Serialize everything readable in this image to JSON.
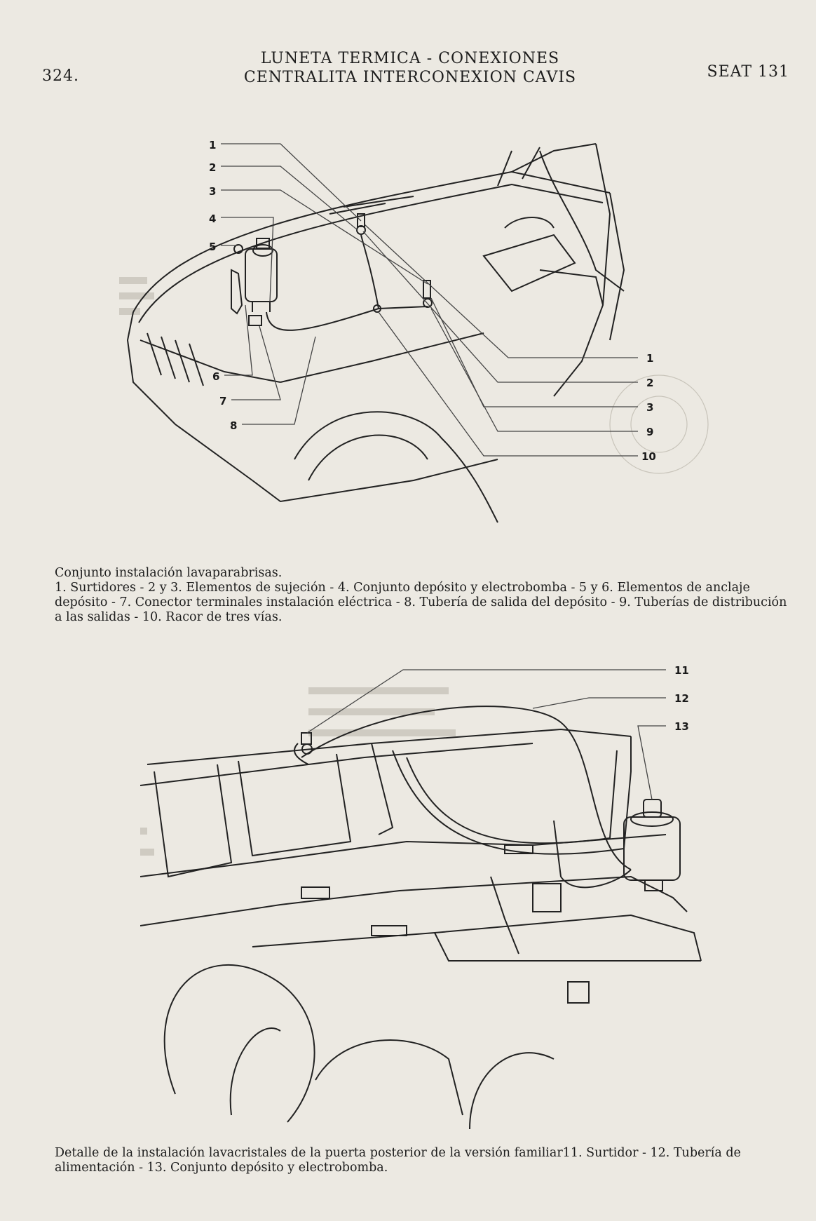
{
  "header": {
    "page_number": "324.",
    "title_line1": "LUNETA TERMICA - CONEXIONES",
    "title_line2": "CENTRALITA INTERCONEXION CAVIS",
    "model": "SEAT 131"
  },
  "figure1": {
    "left_callouts": [
      "1",
      "2",
      "3",
      "4",
      "5",
      "6",
      "7",
      "8"
    ],
    "right_callouts": [
      "1",
      "2",
      "3",
      "9",
      "10"
    ]
  },
  "caption1": {
    "title": "Conjunto instalación lavaparabrisas.",
    "body": "1. Surtidores - 2 y 3. Elementos de sujeción - 4. Conjunto depósito y electrobomba - 5 y 6. Elementos de anclaje depósito - 7. Conector terminales instalación eléctrica - 8. Tubería de salida del depósito - 9. Tuberías de distribución a las salidas - 10. Racor de tres vías."
  },
  "figure2": {
    "callouts": [
      "11",
      "12",
      "13"
    ]
  },
  "caption2": {
    "body": "Detalle de la instalación lavacristales de la puerta posterior de la versión familiar11. Surtidor - 12. Tubería de alimentación - 13. Conjunto depósito y electrobomba."
  }
}
